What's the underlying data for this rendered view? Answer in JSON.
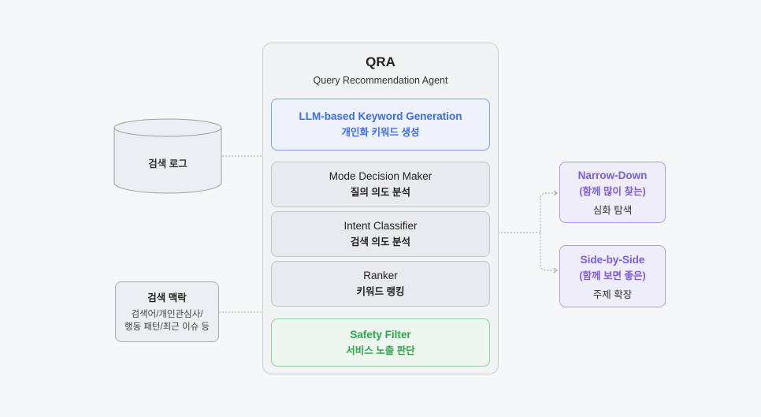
{
  "agent": {
    "title": "QRA",
    "subtitle": "Query Recommendation Agent"
  },
  "modules": [
    {
      "name": "LLM-based Keyword Generation",
      "desc": "개인화 키워드 생성"
    },
    {
      "name": "Mode Decision Maker",
      "desc": "질의 의도 분석"
    },
    {
      "name": "Intent Classifier",
      "desc": "검색 의도 분석"
    },
    {
      "name": "Ranker",
      "desc": "키워드 랭킹"
    },
    {
      "name": "Safety Filter",
      "desc": "서비스 노출 판단"
    }
  ],
  "inputs": {
    "log": "검색 로그",
    "context": {
      "title": "검색 맥락",
      "desc1": "검색어/개인관심사/",
      "desc2": "행동 패턴/최근 이슈 등"
    }
  },
  "outputs": [
    {
      "name": "Narrow-Down",
      "sub": "(함께 많이 찾는)",
      "desc": "심화 탐색"
    },
    {
      "name": "Side-by-Side",
      "sub": "(함께 보면 좋은)",
      "desc": "주제 확장"
    }
  ],
  "colors": {
    "blue": "#3a6cf0",
    "green": "#2aa84a",
    "purple": "#7b5ce0"
  }
}
